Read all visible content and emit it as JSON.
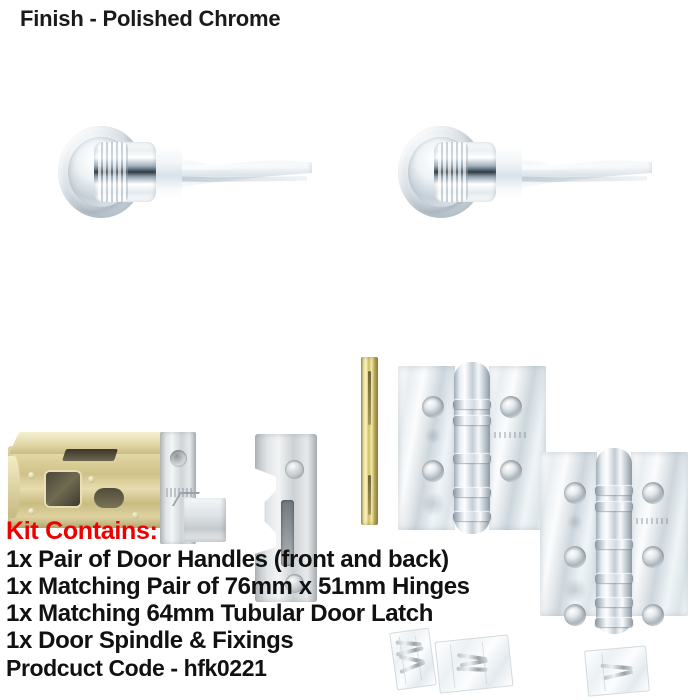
{
  "header": {
    "title": "Finish - Polished Chrome"
  },
  "kit": {
    "heading": "Kit Contains:",
    "heading_color": "#ee0000",
    "text_color": "#111111",
    "items": [
      "1x Pair of Door Handles (front and back)",
      "1x Matching Pair of 76mm x 51mm Hinges",
      "1x Matching 64mm Tubular Door Latch",
      "1x Door Spindle & Fixings"
    ],
    "product_code": "Prodcuct Code - hfk0221"
  },
  "products": {
    "handles": [
      {
        "name": "door-handle-lever-left",
        "finish": "Polished Chrome"
      },
      {
        "name": "door-handle-lever-right",
        "finish": "Polished Chrome"
      }
    ],
    "latch": {
      "name": "tubular-door-latch",
      "size": "64mm",
      "body_finish": "Brass",
      "faceplate_finish": "Satin Nickel"
    },
    "strike_plate": {
      "name": "strike-plate",
      "finish": "Satin Nickel"
    },
    "spindle": {
      "name": "door-spindle",
      "finish": "Zinc"
    },
    "hinges": [
      {
        "name": "ball-bearing-hinge-upper",
        "size": "76mm x 51mm",
        "finish": "Polished Chrome"
      },
      {
        "name": "ball-bearing-hinge-lower",
        "size": "76mm x 51mm",
        "finish": "Polished Chrome"
      }
    ],
    "fixings": [
      {
        "name": "screw-bag-hinge-screws"
      },
      {
        "name": "screw-bag-handle-screws"
      }
    ]
  },
  "colors": {
    "background": "#ffffff",
    "chrome": "#dde5ea",
    "brass": "#cfc289",
    "nickel": "#d5d9db",
    "accent_red": "#ee0000",
    "text": "#1a1a1a"
  }
}
